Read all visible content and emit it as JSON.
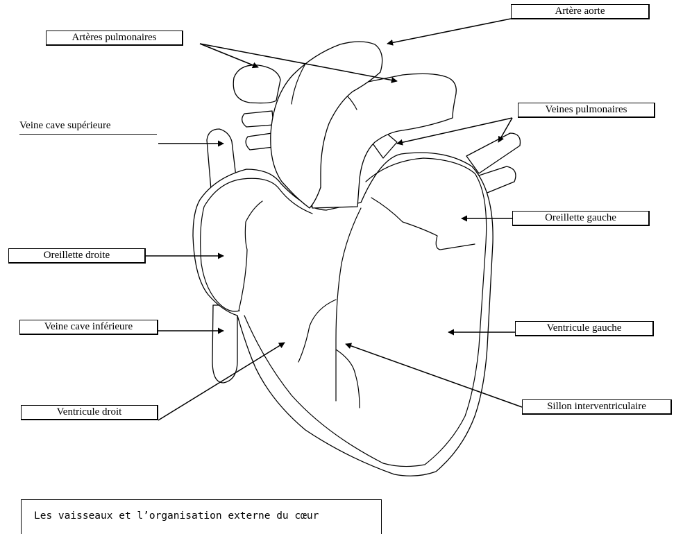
{
  "labels": {
    "artere_aorte": "Artère aorte",
    "arteres_pulmonaires": "Artères pulmonaires",
    "veine_cave_superieure": "Veine cave supérieure",
    "veines_pulmonaires": "Veines pulmonaires",
    "oreillette_gauche": "Oreillette gauche",
    "oreillette_droite": "Oreillette droite",
    "veine_cave_inferieure": "Veine cave inférieure",
    "ventricule_gauche": "Ventricule gauche",
    "ventricule_droit": "Ventricule droit",
    "sillon_interventriculaire": "Sillon interventriculaire"
  },
  "caption": "Les vaisseaux et l’organisation externe du cœur"
}
